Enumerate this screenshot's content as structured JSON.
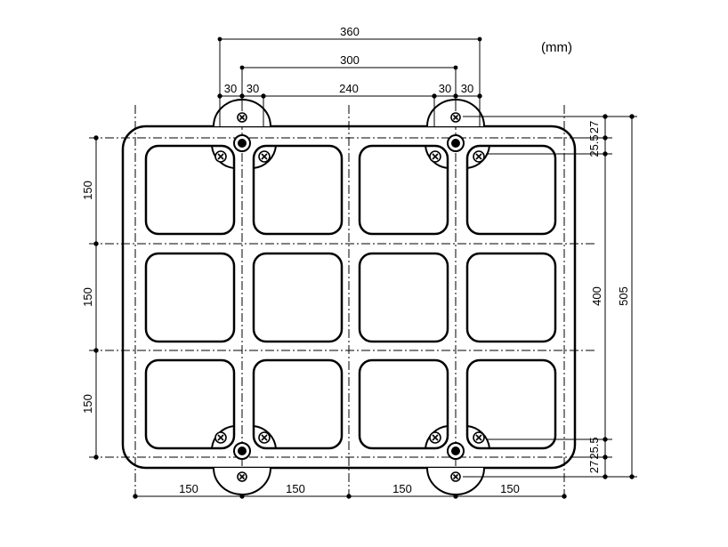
{
  "unit_label": "(mm)",
  "dimensions": {
    "top": {
      "overall_360": "360",
      "inner_300": "300",
      "span_240": "240",
      "left_30a": "30",
      "left_30b": "30",
      "right_30a": "30",
      "right_30b": "30"
    },
    "left": {
      "row1": "150",
      "row2": "150",
      "row3": "150"
    },
    "bottom": {
      "col1": "150",
      "col2": "150",
      "col3": "150",
      "col4": "150"
    },
    "right": {
      "top_27": "27",
      "top_25_5": "25.5",
      "body_400": "400",
      "overall_505": "505",
      "bottom_25_5": "25.5",
      "bottom_27": "27"
    }
  },
  "grid": {
    "rows": 3,
    "cols": 4
  },
  "icons": [
    "screw-icon",
    "bolt-icon"
  ]
}
